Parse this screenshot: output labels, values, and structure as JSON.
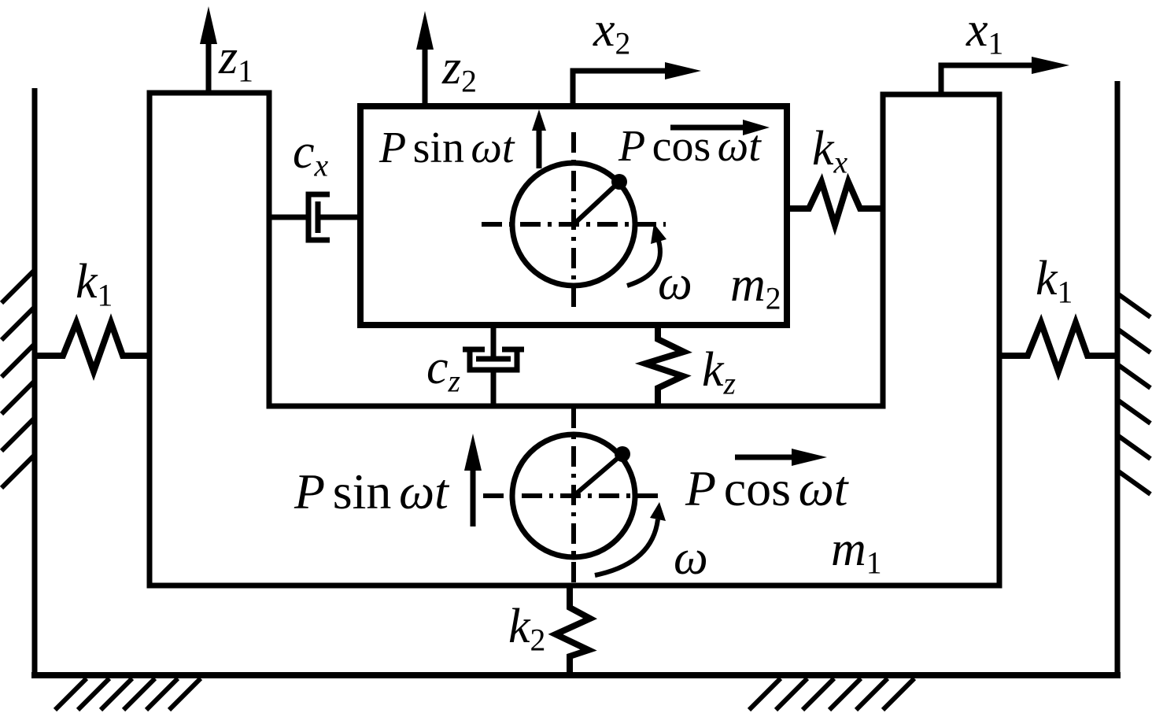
{
  "figure": {
    "type": "mechanical-vibration-diagram",
    "colors": {
      "ink": "#000000",
      "background": "#ffffff"
    }
  },
  "labels": {
    "axis_z1": {
      "base": "z",
      "sub": "1"
    },
    "axis_z2": {
      "base": "z",
      "sub": "2"
    },
    "axis_x2": {
      "base": "x",
      "sub": "2"
    },
    "axis_x1": {
      "base": "x",
      "sub": "1"
    },
    "damper_cx": {
      "base": "c",
      "sub": "x"
    },
    "spring_kx": {
      "base": "k",
      "sub": "x"
    },
    "spring_k1": {
      "base": "k",
      "sub": "1"
    },
    "damper_cz": {
      "base": "c",
      "sub": "z"
    },
    "spring_kz": {
      "base": "k",
      "sub": "z"
    },
    "spring_k2": {
      "base": "k",
      "sub": "2"
    },
    "mass_m2": {
      "base": "m",
      "sub": "2"
    },
    "mass_m1": {
      "base": "m",
      "sub": "1"
    },
    "force_sin": {
      "p": "P",
      "fn": "sin",
      "arg": "ωt"
    },
    "force_cos": {
      "p": "P",
      "fn": "cos",
      "arg": "ωt"
    },
    "omega": "ω"
  }
}
